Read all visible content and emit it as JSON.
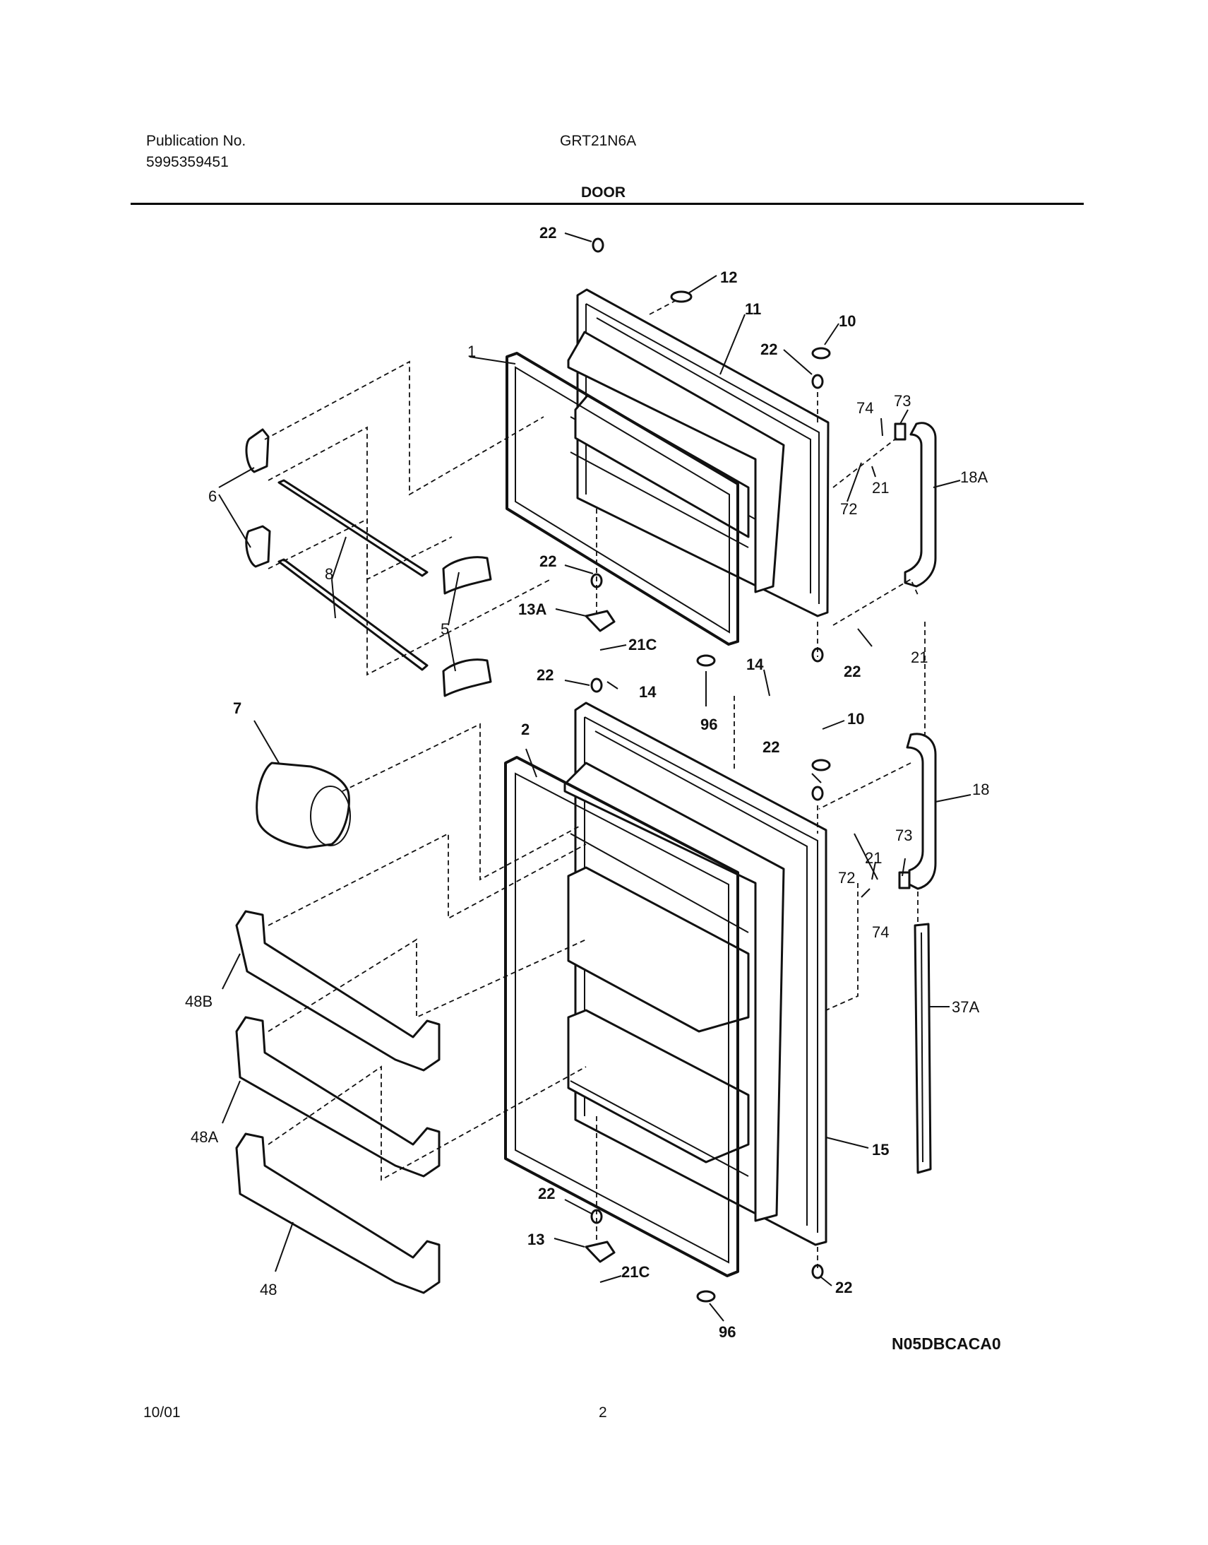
{
  "header": {
    "publication_label": "Publication No.",
    "publication_number": "5995359451",
    "model": "GRT21N6A",
    "section": "DOOR"
  },
  "footer": {
    "date": "10/01",
    "page": "2",
    "diagram_code": "N05DBCACA0"
  },
  "callouts": {
    "c22a": "22",
    "c12": "12",
    "c11": "11",
    "c10a": "10",
    "c22b": "22",
    "c74a": "74",
    "c73a": "73",
    "c18A": "18A",
    "c21a": "21",
    "c72a": "72",
    "c1": "1",
    "c6": "6",
    "c8": "8",
    "c5": "5",
    "c22c": "22",
    "c13A": "13A",
    "c21Ca": "21C",
    "c22d": "22",
    "c21b": "21",
    "c22e": "22",
    "c14a": "14",
    "c14b": "14",
    "c96a": "96",
    "c10b": "10",
    "c22f": "22",
    "c7": "7",
    "c2": "2",
    "c18": "18",
    "c73b": "73",
    "c21c": "21",
    "c72b": "72",
    "c74b": "74",
    "c48B": "48B",
    "c37A": "37A",
    "c48A": "48A",
    "c15": "15",
    "c22g": "22",
    "c13": "13",
    "c21Cb": "21C",
    "c22h": "22",
    "c48": "48",
    "c96b": "96"
  }
}
